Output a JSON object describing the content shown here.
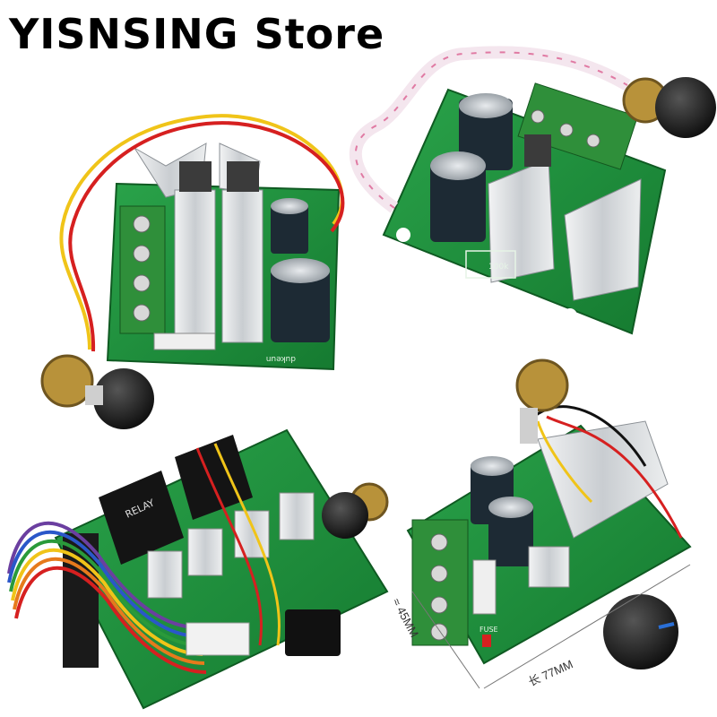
{
  "brand": {
    "title": "YISNSING Store"
  },
  "photos": [
    {
      "pcb_text_1": "dukeun"
    },
    {
      "pcb_text_2": "100k"
    },
    {
      "relay_text": "RELAY"
    },
    {
      "fuse_text": "FUSE"
    }
  ],
  "dimensions": {
    "length_label": "长 77MM",
    "height_label": "≈ 45MM"
  },
  "colors": {
    "pcb_green": "#1f8f3a",
    "heatsink": "#d9dcdf",
    "capacitor": "#1d2a34",
    "terminal": "#2f8f3a",
    "wire_red": "#d62020",
    "wire_yellow": "#f0c419",
    "knob": "#111111"
  }
}
